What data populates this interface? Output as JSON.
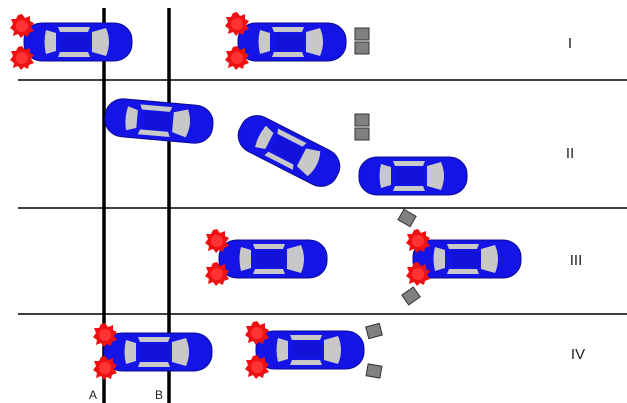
{
  "row_labels": [
    "I",
    "II",
    "III",
    "IV"
  ],
  "line_labels": [
    "A",
    "B"
  ],
  "colors": {
    "car_body": "#1414e6",
    "car_glass": "#c8c8c8",
    "brake_glow": "#ee1111",
    "block": "#808080",
    "line": "#000000"
  }
}
